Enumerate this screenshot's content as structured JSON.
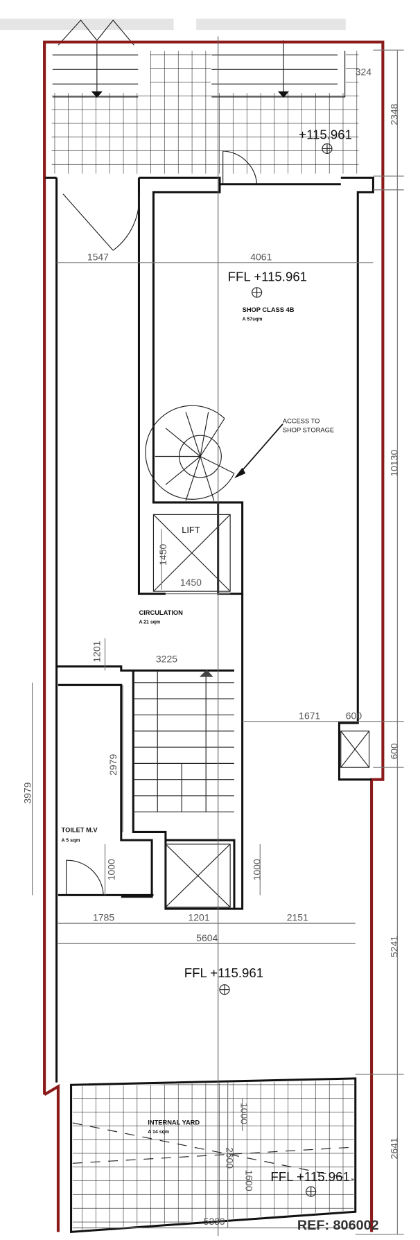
{
  "levels": {
    "front_yard": "+115.961",
    "shop": "FFL +115.961",
    "rear_hall": "FFL +115.961",
    "internal_yard": "FFL +115.961"
  },
  "rooms": {
    "shop": {
      "name": "SHOP CLASS 4B",
      "area": "A 57sqm"
    },
    "access_note": [
      "ACCESS TO",
      "SHOP STORAGE"
    ],
    "lift": "LIFT",
    "circulation": {
      "name": "CIRCULATION",
      "area": "A 21 sqm"
    },
    "toilet": {
      "name": "TOILET M.V",
      "area": "A 5 sqm"
    },
    "yard": {
      "name": "INTERNAL YARD",
      "area": "A 14 sqm"
    }
  },
  "dimensions": {
    "d324": "324",
    "d2348": "2348",
    "d1547": "1547",
    "d4061": "4061",
    "d10130": "10130",
    "lift_v": "1450",
    "lift_h": "1450",
    "d1201v": "1201",
    "d3225": "3225",
    "d1671": "1671",
    "d600h": "600",
    "d600v": "600",
    "d3979": "3979",
    "d2979": "2979",
    "d1000_toilet": "1000",
    "d1000_shaft": "1000",
    "d1785": "1785",
    "d1201h": "1201",
    "d2151": "2151",
    "d5604": "5604",
    "d5241": "5241",
    "d1000_yard": "1000",
    "d2600": "2600",
    "d1600": "1600",
    "d2641": "2641",
    "d5339": "5339"
  },
  "ref": "REF: 806002"
}
